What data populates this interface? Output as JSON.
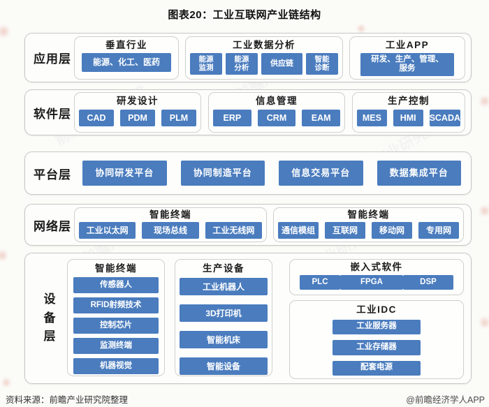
{
  "title": "图表20：工业互联网产业链结构",
  "colors": {
    "accent_blue": "#4a7cbe",
    "border_gray": "#c6c6c3",
    "background": "#fbfbf8"
  },
  "watermark": {
    "text": "前瞻产业研究院"
  },
  "layers": [
    {
      "label": "应用层",
      "groups": [
        {
          "title": "垂直行业",
          "items": [
            "能源、化工、医药"
          ]
        },
        {
          "title": "工业数据分析",
          "items": [
            "能源\n监测",
            "能源\n分析",
            "供应链",
            "智能\n诊断"
          ]
        },
        {
          "title": "工业APP",
          "items": [
            "研发、生产、管理、\n服务"
          ]
        }
      ]
    },
    {
      "label": "软件层",
      "groups": [
        {
          "title": "研发设计",
          "items": [
            "CAD",
            "PDM",
            "PLM"
          ]
        },
        {
          "title": "信息管理",
          "items": [
            "ERP",
            "CRM",
            "EAM"
          ]
        },
        {
          "title": "生产控制",
          "items": [
            "MES",
            "HMI",
            "SCADA"
          ]
        }
      ]
    },
    {
      "label": "平台层",
      "groups": [
        {
          "title": "",
          "items": [
            "协同研发平台",
            "协同制造平台",
            "信息交易平台",
            "数据集成平台"
          ]
        }
      ]
    },
    {
      "label": "网络层",
      "groups": [
        {
          "title": "智能终端",
          "items": [
            "工业以太网",
            "现场总线",
            "工业无线网"
          ]
        },
        {
          "title": "智能终端",
          "items": [
            "通信模组",
            "互联网",
            "移动网",
            "专用网"
          ]
        }
      ]
    },
    {
      "label": "设备层",
      "groups": [
        {
          "title": "智能终端",
          "items": [
            "传感器人",
            "RFID射频技术",
            "控制芯片",
            "监测终端",
            "机器视觉"
          ]
        },
        {
          "title": "生产设备",
          "items": [
            "工业机器人",
            "3D打印机",
            "智能机床",
            "智能设备"
          ]
        },
        {
          "title": "嵌入式软件",
          "items": [
            "PLC",
            "FPGA",
            "DSP"
          ]
        },
        {
          "title": "工业IDC",
          "items": [
            "工业服务器",
            "工业存储器",
            "配套电源"
          ]
        }
      ]
    }
  ],
  "footer": {
    "source": "资料来源：前瞻产业研究院整理",
    "credit": "@前瞻经济学人APP"
  }
}
